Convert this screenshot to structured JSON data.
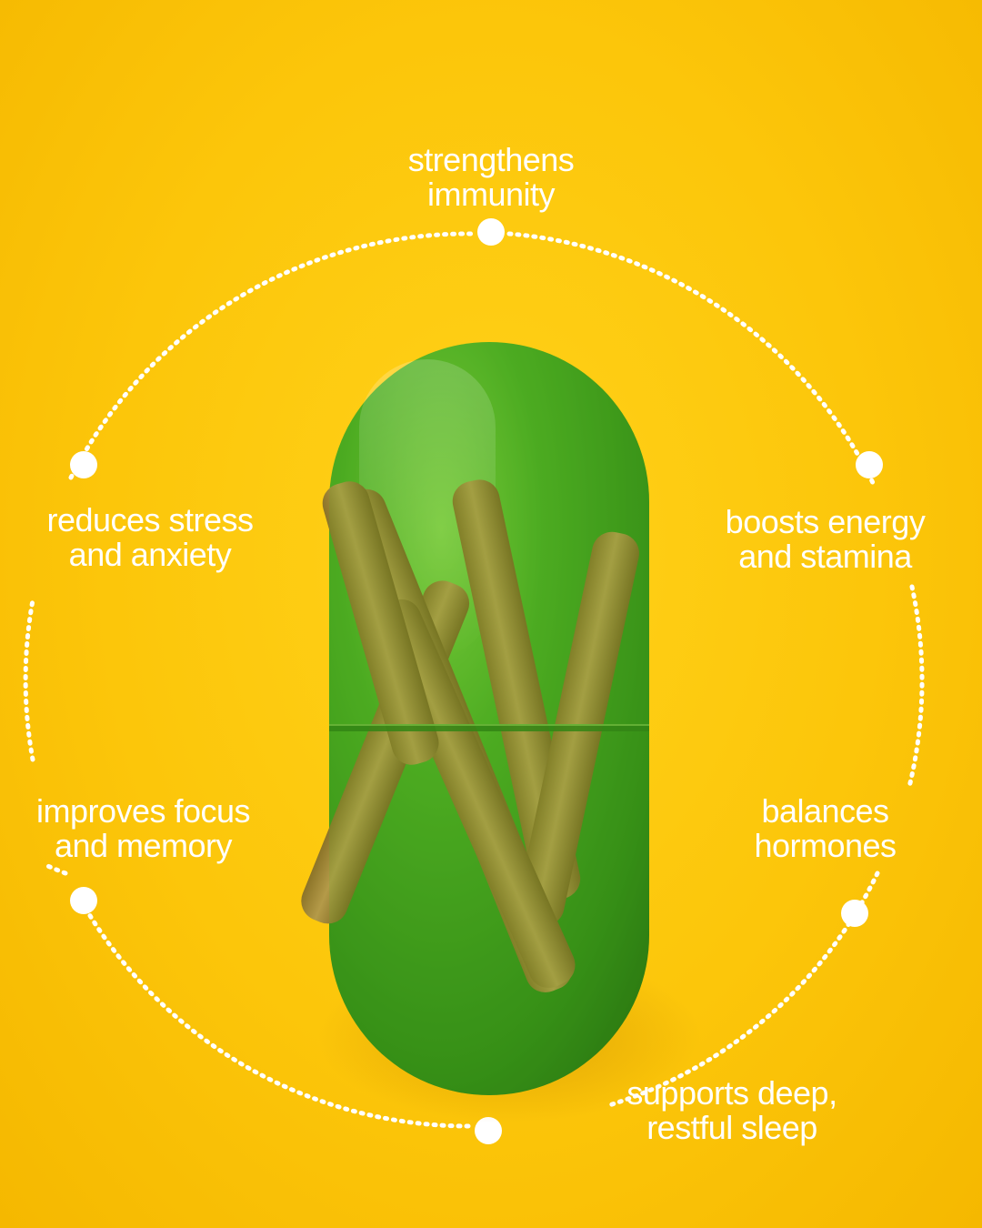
{
  "benefits": {
    "top": {
      "line1": "strengthens",
      "line2": "immunity"
    },
    "upper_left": {
      "line1": "reduces stress",
      "line2": "and anxiety"
    },
    "upper_right": {
      "line1": "boosts energy",
      "line2": "and stamina"
    },
    "lower_left": {
      "line1": "improves focus",
      "line2": "and memory"
    },
    "lower_right": {
      "line1": "balances",
      "line2": "hormones"
    },
    "bottom": {
      "line1": "supports deep,",
      "line2": "restful sleep"
    }
  },
  "colors": {
    "background": "#fcc60a",
    "capsule": "#3f9a1c",
    "roots": "#a89040",
    "text": "#ffffff"
  },
  "icons": {
    "capsule": "capsule-icon",
    "root": "root-stick-icon"
  }
}
